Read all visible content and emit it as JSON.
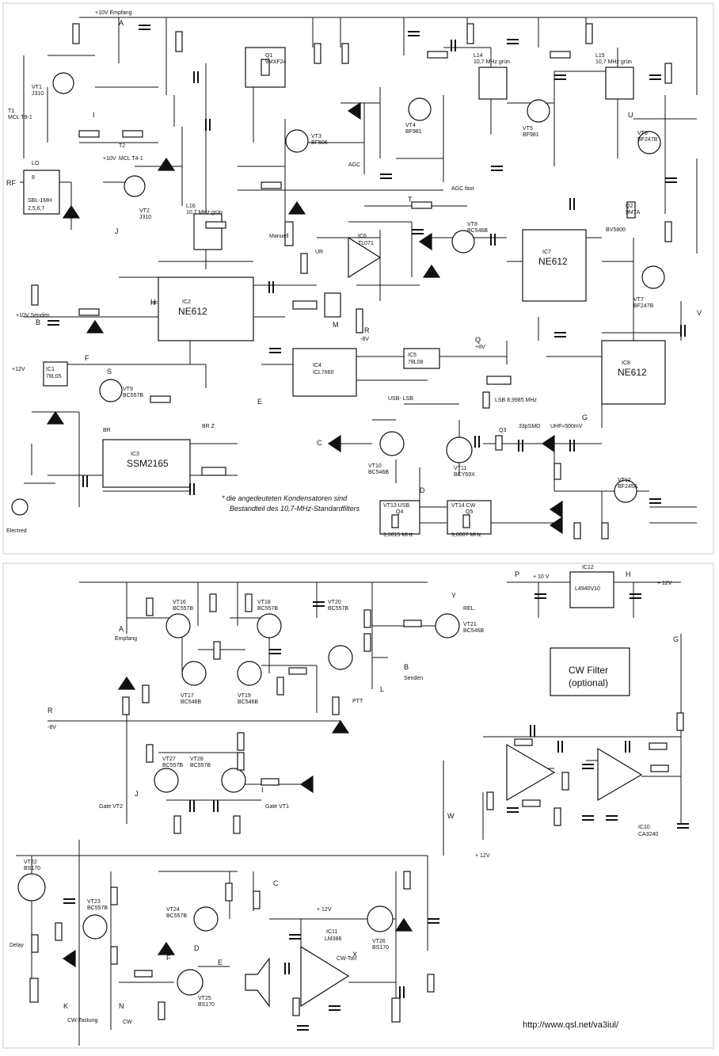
{
  "top_panel": {
    "ics": [
      {
        "ref": "IC1",
        "part": "78L05"
      },
      {
        "ref": "IC2",
        "part": "NE612"
      },
      {
        "ref": "IC3",
        "part": "SSM2165"
      },
      {
        "ref": "IC4",
        "part": "ICL7660"
      },
      {
        "ref": "IC5",
        "part": "78L08"
      },
      {
        "ref": "IC6",
        "part": "TL071"
      },
      {
        "ref": "IC7",
        "part": "NE612"
      },
      {
        "ref": "IC8",
        "part": "NE612"
      }
    ],
    "transistors": [
      {
        "ref": "VT1",
        "part": "J310"
      },
      {
        "ref": "VT2",
        "part": "J310"
      },
      {
        "ref": "VT3",
        "part": "BF506"
      },
      {
        "ref": "VT4",
        "part": "BF981"
      },
      {
        "ref": "VT5",
        "part": "BF981"
      },
      {
        "ref": "VT6",
        "part": "BF247B"
      },
      {
        "ref": "VT7",
        "part": "BF247B"
      },
      {
        "ref": "VT8",
        "part": "BC546B"
      },
      {
        "ref": "VT9",
        "part": "BC557B"
      },
      {
        "ref": "VT10",
        "part": "BC546B"
      },
      {
        "ref": "VT11",
        "part": "BCY59X"
      },
      {
        "ref": "VT12",
        "part": "BF245A"
      }
    ],
    "mixer": {
      "ref": "8",
      "part": "SBL-1MH",
      "pins": "2,5,6,7"
    },
    "transformers": [
      {
        "ref": "T1",
        "part": "MCL T9-1"
      },
      {
        "ref": "T2",
        "part": "MCL T4-1"
      }
    ],
    "filters": [
      {
        "ref": "L14",
        "desc": "10,7 MHz grün"
      },
      {
        "ref": "L15",
        "desc": "10,7 MHz grün"
      },
      {
        "ref": "L16",
        "desc": "10,7 MHz grün"
      },
      {
        "ref": "Q1",
        "desc": "9MXF24"
      },
      {
        "ref": "Q2",
        "desc": "9M7A"
      }
    ],
    "crystals": [
      {
        "ref": "VT13 USB",
        "sub": "Q4",
        "freq": "9,0015 MHz"
      },
      {
        "ref": "VT14 CW",
        "sub": "Q5",
        "freq": "9,0007 MHz"
      },
      {
        "ref": "Q3",
        "freq": "LSB 8,9985 MHz"
      }
    ],
    "labels": {
      "rx_supply": "+10V Empfang",
      "tx_supply": "+10V Senden",
      "plus10": "+10V",
      "plus8": "+8V",
      "plus12": "+12V",
      "minus8": "-8V",
      "rf": "RF",
      "lo": "LO",
      "agc": "AGC",
      "agc_fast": "AGC fast",
      "manuell": "Manuell",
      "ur": "UR",
      "hf": "HF",
      "usb_lsb": "USB- LSB",
      "electred": "Electred",
      "smd": "33pSMD",
      "uhf": "UHF≈500mV",
      "bv5800": "BV5800",
      "br_z": "BR Z",
      "br": "BR"
    },
    "node_letters": [
      "A",
      "B",
      "C",
      "D",
      "E",
      "F",
      "G",
      "H",
      "I",
      "J",
      "M",
      "Q",
      "R",
      "S",
      "T",
      "U",
      "V"
    ],
    "footnote_line1": "* die angedeuteten Kondensatoren sind",
    "footnote_line2": "Bestandteil des 10,7-MHz-Standardfilters"
  },
  "bottom_panel": {
    "ics": [
      {
        "ref": "IC10",
        "part": "CA3240"
      },
      {
        "ref": "IC11",
        "part": "LM386"
      },
      {
        "ref": "IC12",
        "part": "L4940V10"
      }
    ],
    "transistors": [
      {
        "ref": "VT16",
        "part": "BC557B"
      },
      {
        "ref": "VT17",
        "part": "BC546B"
      },
      {
        "ref": "VT18",
        "part": "BC557B"
      },
      {
        "ref": "VT19",
        "part": "BC546B"
      },
      {
        "ref": "VT20",
        "part": "BC557B"
      },
      {
        "ref": "VT21",
        "part": "BC546B"
      },
      {
        "ref": "VT22",
        "part": "BS170"
      },
      {
        "ref": "VT23",
        "part": "BC557B"
      },
      {
        "ref": "VT24",
        "part": "BC557B"
      },
      {
        "ref": "VT25",
        "part": "BS170"
      },
      {
        "ref": "VT26",
        "part": "BS170"
      },
      {
        "ref": "VT27",
        "part": "BC557B"
      },
      {
        "ref": "VT28",
        "part": "BC557B"
      }
    ],
    "cw_filter_box_line1": "CW Filter",
    "cw_filter_box_line2": "(optional)",
    "labels": {
      "empfang": "Empfang",
      "senden": "Senden",
      "rel": "REL.",
      "ptt": "PTT",
      "minus8": "-8V",
      "plus10": "+ 10 V",
      "plus12": "+ 12V",
      "plus12_b": "+ 12V",
      "plus12_c": "+ 12V",
      "gate_vt2": "Gate VT2",
      "gate_vt1": "Gate VT1",
      "delay": "Delay",
      "cw_tastung": "CW-Tastung",
      "cw": "CW",
      "cw_ton": "CW-Ton"
    },
    "node_letters": [
      "A",
      "B",
      "C",
      "D",
      "E",
      "F",
      "G",
      "H",
      "I",
      "J",
      "K",
      "L",
      "N",
      "P",
      "R",
      "W",
      "X",
      "Y"
    ]
  },
  "url": "http://www.qsl.net/va3iul/"
}
